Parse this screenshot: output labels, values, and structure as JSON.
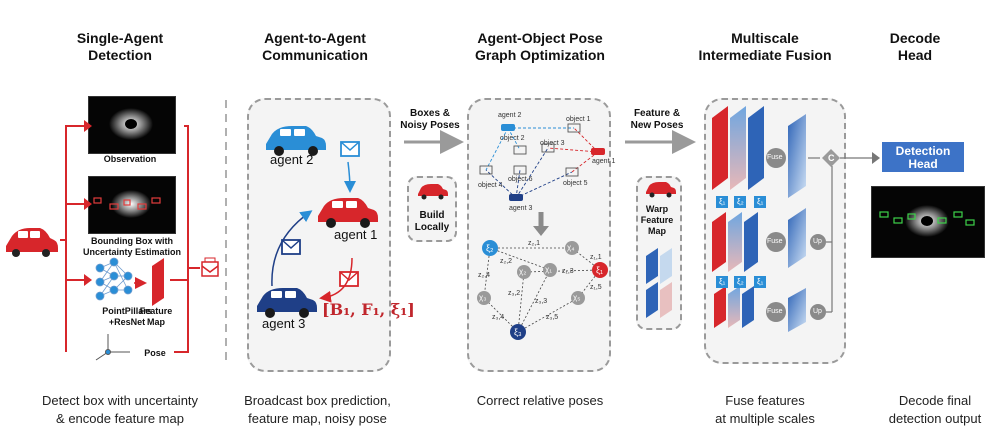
{
  "stages": [
    {
      "title": "Single-Agent\nDetection",
      "caption": "Detect box with uncertainty\n& encode feature map"
    },
    {
      "title": "Agent-to-Agent\nCommunication",
      "caption": "Broadcast box prediction,\nfeature map, noisy pose"
    },
    {
      "title": "Agent-Object Pose\nGraph Optimization",
      "caption": "Correct relative poses"
    },
    {
      "title": "Multiscale\nIntermediate Fusion",
      "caption": "Fuse features\nat multiple scales"
    },
    {
      "title": "Decode\nHead",
      "caption": "Decode final\ndetection output"
    }
  ],
  "detection": {
    "observation": "Observation",
    "bbox": "Bounding Box with\nUncertainty Estimation",
    "encoder": "PointPillars\n+ResNet",
    "feature_map": "Feature\nMap",
    "pose": "Pose"
  },
  "communication": {
    "agent1": "agent 1",
    "agent2": "agent 2",
    "agent3": "agent 3",
    "message": "[B₁, F₁, ξ₁]"
  },
  "arrows": {
    "boxes": "Boxes &\nNoisy Poses",
    "feature": "Feature &\nNew Poses"
  },
  "build_locally": "Build\nLocally",
  "warp": "Warp\nFeature\nMap",
  "pose_graph": {
    "agents_labels": [
      "agent 2",
      "agent 1",
      "agent 3"
    ],
    "object_labels": [
      "object 1",
      "object 2",
      "object 3",
      "object 4",
      "object 5",
      "object 6"
    ],
    "nodes": [
      "ξ₂",
      "χ₄",
      "χ₂",
      "ξ₁",
      "χ₁",
      "χ₃",
      "χ₅",
      "ξ₃"
    ],
    "edges": [
      "z₂,1",
      "z₂,2",
      "z₂,4",
      "z₁,1",
      "z₁,3",
      "z₁,5",
      "z₃,2",
      "z₃,3",
      "z₃,4",
      "z₃,5"
    ]
  },
  "fusion": {
    "fuse": "Fuse",
    "up": "Up",
    "concat": "C",
    "xi1": "ξ₁",
    "xi2": "ξ₂"
  },
  "head": {
    "label": "Detection\nHead"
  },
  "colors": {
    "agent_red": "#d7262b",
    "agent_blue": "#2a8ed6",
    "agent_navy": "#1f3f87",
    "head_blue": "#3d73c7"
  }
}
